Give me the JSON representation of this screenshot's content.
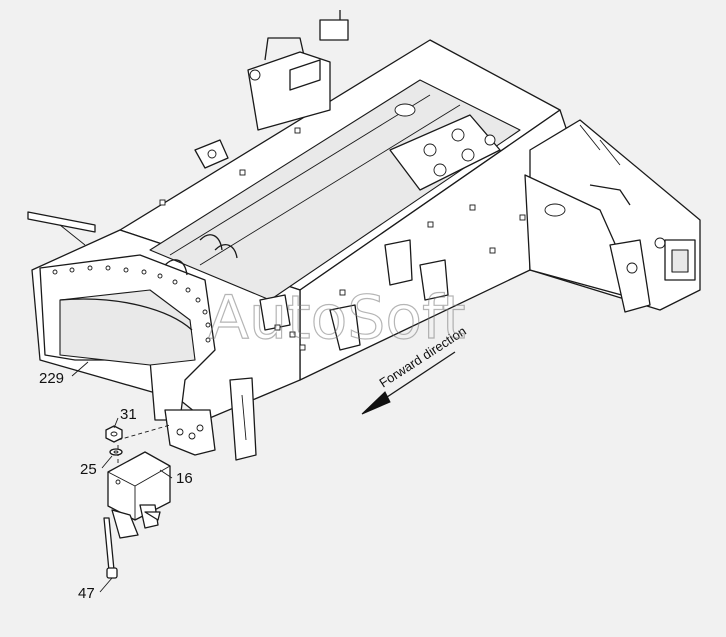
{
  "callouts": {
    "c229": "229",
    "c31": "31",
    "c25": "25",
    "c16": "16",
    "c47": "47"
  },
  "direction_label": "Forward direction",
  "watermark": "AutoSoft",
  "icons": {
    "direction": "arrow-down-left-icon"
  }
}
